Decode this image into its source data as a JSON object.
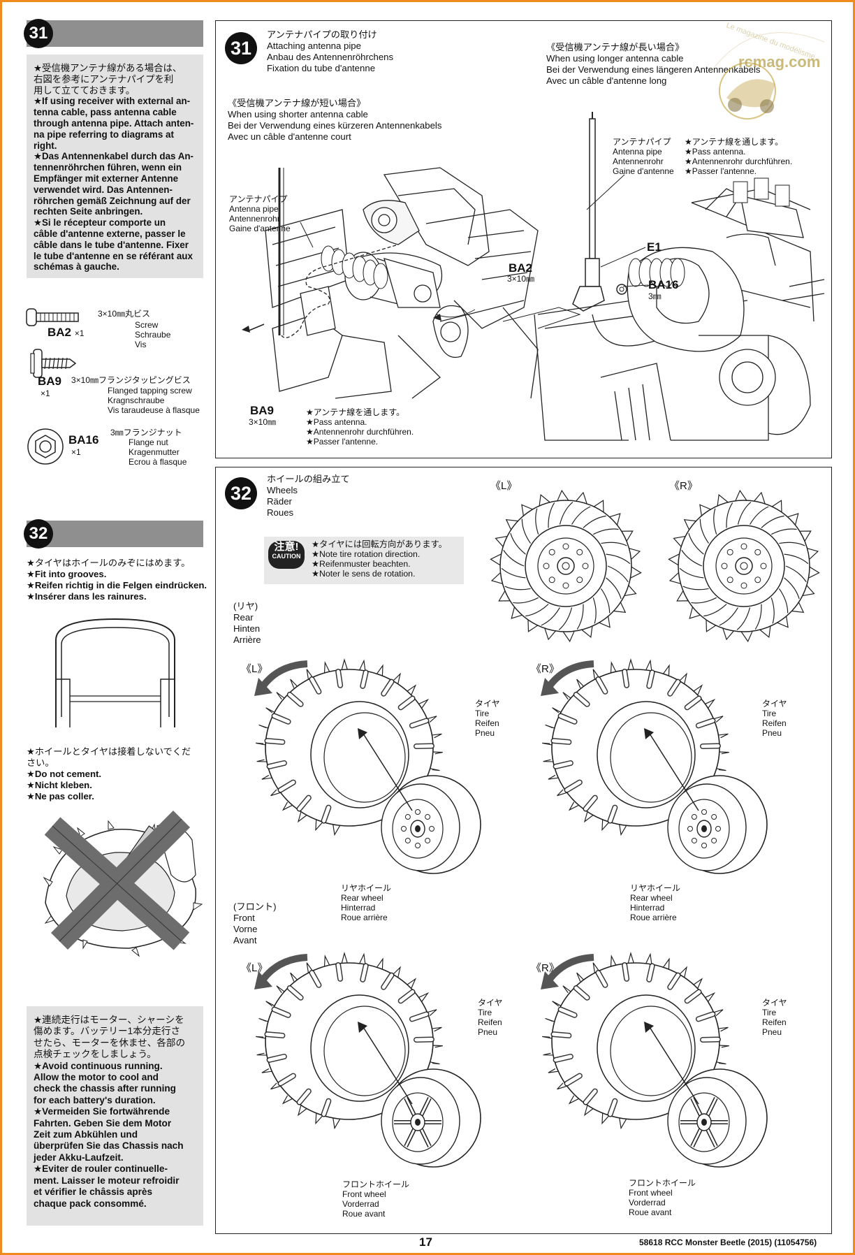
{
  "page": {
    "number": "17",
    "footer": "58618 RCC Monster Beetle (2015) (11054756)",
    "watermark": "rcmag.com",
    "watermark_sub": "Le magazine du modélisme"
  },
  "sidebar": {
    "step31": {
      "num": "31",
      "lines": [
        "★受信機アンテナ線がある場合は、",
        "右図を参考にアンテナパイプを利",
        "用して立てておきます。",
        "★If using receiver with external an-",
        "tenna cable, pass antenna cable",
        "through antenna pipe. Attach anten-",
        "na pipe referring to diagrams at",
        "right.",
        "★Das Antennenkabel durch das An-",
        "tennenröhrchen führen, wenn ein",
        "Empfänger mit externer Antenne",
        "verwendet wird. Das Antennen-",
        "röhrchen gemäß Zeichnung auf der",
        "rechten Seite anbringen.",
        "★Si le récepteur comporte un",
        "câble d'antenne externe, passer le",
        "câble dans le tube d'antenne. Fixer",
        "le tube d'antenne en se référant aux",
        "schémas à gauche."
      ]
    },
    "parts": [
      {
        "code": "BA2",
        "qty": "×1",
        "size": "3×10㎜丸ビス",
        "names": [
          "Screw",
          "Schraube",
          "Vis"
        ]
      },
      {
        "code": "BA9",
        "qty": "×1",
        "size": "3×10㎜フランジタッピングビス",
        "names": [
          "Flanged tapping screw",
          "Kragnschraube",
          "Vis taraudeuse à flasque"
        ]
      },
      {
        "code": "BA16",
        "qty": "×1",
        "size": "3㎜フランジナット",
        "names": [
          "Flange nut",
          "Kragenmutter",
          "Ecrou à flasque"
        ]
      }
    ],
    "step32": {
      "num": "32",
      "lines1": [
        "★タイヤはホイールのみぞにはめます。",
        "★Fit into grooves.",
        "★Reifen richtig in die Felgen eindrücken.",
        "★Insérer dans les rainures."
      ],
      "lines2": [
        "★ホイールとタイヤは接着しないでくだ",
        "さい。",
        "★Do not cement.",
        "★Nicht kleben.",
        "★Ne pas coller."
      ]
    },
    "warning": {
      "lines": [
        "★連続走行はモーター、シャーシを",
        "傷めます。バッテリー1本分走行さ",
        "せたら、モーターを休ませ、各部の",
        "点検チェックをしましょう。",
        "★Avoid continuous running.",
        "Allow the motor to cool and",
        "check the chassis after running",
        "for each battery's duration.",
        "★Vermeiden Sie fortwährende",
        "Fahrten. Geben Sie dem Motor",
        "Zeit zum Abkühlen und",
        "überprüfen Sie das Chassis nach",
        "jeder Akku-Laufzeit.",
        "★Eviter de rouler continuelle-",
        "ment. Laisser le moteur refroidir",
        "et vérifier le châssis après",
        "chaque pack consommé."
      ]
    }
  },
  "panel31": {
    "num": "31",
    "title": [
      "アンテナパイプの取り付け",
      "Attaching antenna pipe",
      "Anbau des Antennenröhrchens",
      "Fixation du tube d'antenne"
    ],
    "short": [
      "《受信機アンテナ線が短い場合》",
      "When using shorter antenna cable",
      "Bei der Verwendung eines kürzeren Antennenkabels",
      "Avec un câble d'antenne court"
    ],
    "long": [
      "《受信機アンテナ線が長い場合》",
      "When using longer antenna cable",
      "Bei der Verwendung eines längeren Antennenkabels",
      "Avec un câble d'antenne long"
    ],
    "pipe_label": [
      "アンテナパイプ",
      "Antenna pipe",
      "Antennenrohr",
      "Gaine d'antenne"
    ],
    "pass_label": [
      "★アンテナ線を通します。",
      "★Pass antenna.",
      "★Antennenrohr durchführen.",
      "★Passer l'antenne."
    ],
    "ba9": "BA9",
    "ba9_size": "3×10㎜",
    "ba2": "BA2",
    "ba2_size": "3×10㎜",
    "e1": "E1",
    "ba16": "BA16",
    "ba16_size": "3㎜"
  },
  "panel32": {
    "num": "32",
    "title": [
      "ホイールの組み立て",
      "Wheels",
      "Räder",
      "Roues"
    ],
    "caution_badge": "注意!",
    "caution_en": "CAUTION",
    "caution": [
      "★タイヤには回転方向があります。",
      "★Note tire rotation direction.",
      "★Reifenmuster beachten.",
      "★Noter le sens de rotation."
    ],
    "L": "《L》",
    "R": "《R》",
    "rear": [
      "(リヤ)",
      "Rear",
      "Hinten",
      "Arrière"
    ],
    "front": [
      "(フロント)",
      "Front",
      "Vorne",
      "Avant"
    ],
    "tire": [
      "タイヤ",
      "Tire",
      "Reifen",
      "Pneu"
    ],
    "rear_wheel": [
      "リヤホイール",
      "Rear wheel",
      "Hinterrad",
      "Roue arrière"
    ],
    "front_wheel": [
      "フロントホイール",
      "Front wheel",
      "Vorderrad",
      "Roue avant"
    ]
  }
}
